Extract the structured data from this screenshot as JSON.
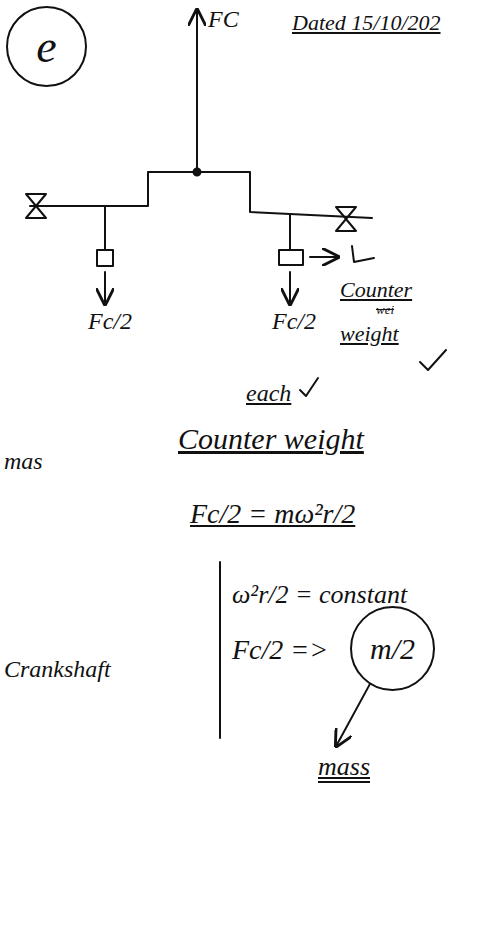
{
  "diagram": {
    "nodes": [
      {
        "text": [
          "e"
        ]
      },
      {
        "text": [
          "m/2"
        ]
      }
    ],
    "labels": [
      "FC",
      "Dated 15/10/202",
      "Fc/2",
      "Fc/2",
      "Counter weight",
      "wei",
      "each",
      "mas",
      "Counter weight",
      "Fc/2 = mω²r/2",
      "Crankshaft",
      "ω²r/2 = constant",
      "Fc/2 =>",
      "mass"
    ]
  }
}
